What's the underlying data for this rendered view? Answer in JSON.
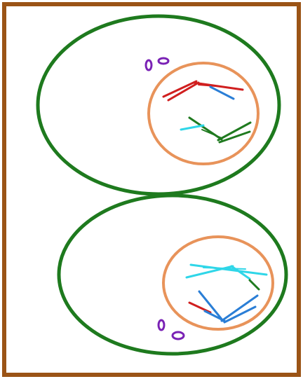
{
  "colors": {
    "frame": "#9b5416",
    "background": "#ffffff",
    "cell_outline": "#1e7a1e",
    "nucleus_outline": "#e8935a",
    "centriole": "#7a22b5",
    "chromosome_red": "#d01f1f",
    "chromosome_blue": "#2a7ed6",
    "chromosome_green": "#1f7a1f",
    "chromosome_cyan": "#2fd6e8"
  },
  "icons": [
    "cell-membrane",
    "nucleus-envelope",
    "centriole-pair",
    "chromosome"
  ],
  "diagram": {
    "cells": [
      {
        "name": "top-cell",
        "centrioles": [
          "0",
          "o"
        ],
        "chromosome_colors": [
          "red",
          "blue",
          "green",
          "cyan"
        ]
      },
      {
        "name": "bottom-cell",
        "centrioles": [
          "0",
          "o"
        ],
        "chromosome_colors": [
          "cyan",
          "green",
          "red",
          "blue"
        ]
      }
    ]
  }
}
